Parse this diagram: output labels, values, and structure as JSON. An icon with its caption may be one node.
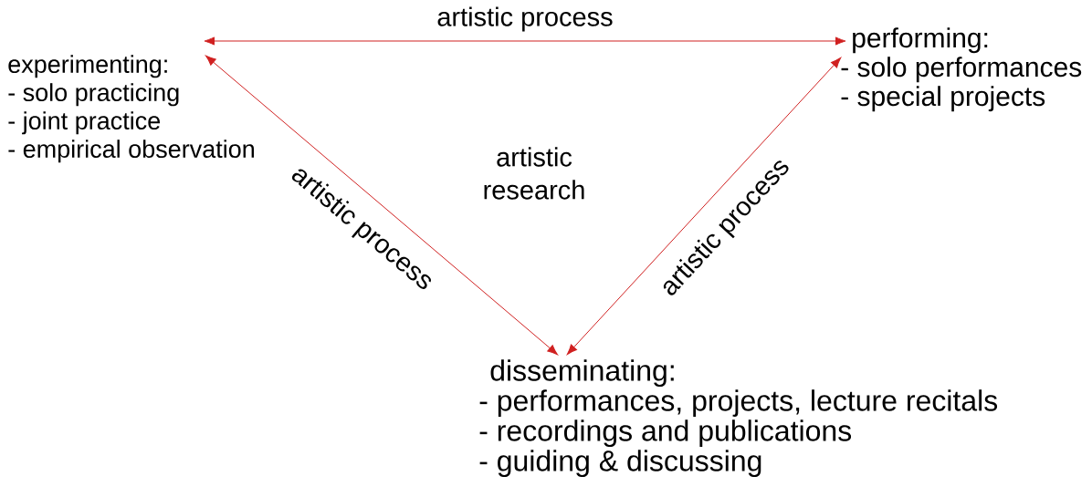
{
  "diagram": {
    "nodes": [
      {
        "text": [
          "experimenting:",
          "- solo practicing",
          "- joint practice",
          "- empirical observation"
        ]
      },
      {
        "text": [
          "performing:",
          "- solo performances",
          "- special projects"
        ]
      },
      {
        "text": [
          "disseminating:",
          "- performances, projects, lecture recitals",
          "- recordings and publications",
          "- guiding & discussing"
        ]
      }
    ],
    "edges": [
      {
        "from": 0,
        "to": 1,
        "arrow": "both",
        "label": "artistic process",
        "color": "#d02020"
      },
      {
        "from": 0,
        "to": 2,
        "arrow": "both",
        "label": "artistic process",
        "color": "#d02020"
      },
      {
        "from": 2,
        "to": 1,
        "arrow": "both",
        "label": "artistic process",
        "color": "#d02020"
      }
    ],
    "labels": [
      "artistic research"
    ]
  }
}
